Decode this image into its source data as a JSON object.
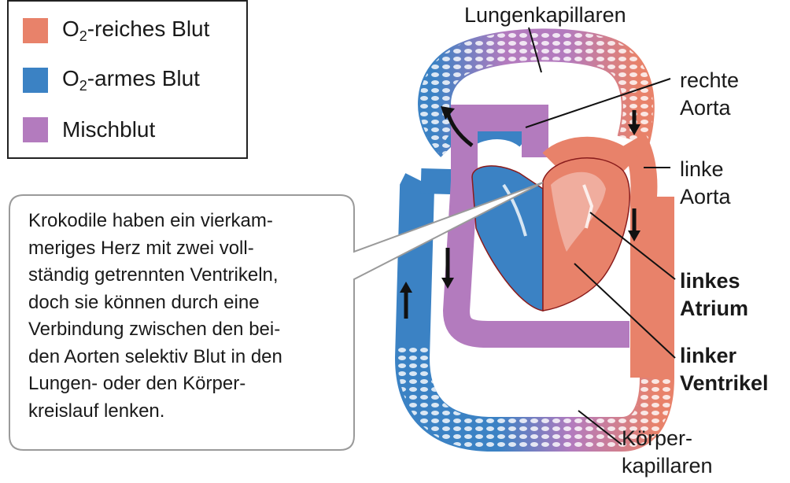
{
  "legend": {
    "items": [
      {
        "prefix": "O",
        "sub": "2",
        "suffix": "-reiches Blut",
        "color": "#E8826A"
      },
      {
        "prefix": "O",
        "sub": "2",
        "suffix": "-armes Blut",
        "color": "#3B82C4"
      },
      {
        "prefix": "",
        "sub": "",
        "suffix": "Mischblut",
        "color": "#B37BBE"
      }
    ]
  },
  "callout": {
    "lines": [
      "Krokodile haben ein vierkam-",
      "meriges Herz mit zwei voll-",
      "ständig getrennten Ventrikeln,",
      "doch sie können durch eine",
      "Verbindung zwischen den bei-",
      "den Aorten selektiv Blut in den",
      "Lungen- oder den Körper-",
      "kreislauf lenken."
    ]
  },
  "labels": {
    "lungenkapillaren": "Lungenkapillaren",
    "rechte_aorta": [
      "rechte",
      "Aorta"
    ],
    "linke_aorta": [
      "linke",
      "Aorta"
    ],
    "linkes_atrium": [
      "linkes",
      "Atrium"
    ],
    "linker_ventrikel": [
      "linker",
      "Ventrikel"
    ],
    "koerperkapillaren": [
      "Körper-",
      "kapillaren"
    ]
  },
  "colors": {
    "oxygen_rich": "#E8826A",
    "oxygen_poor": "#3B82C4",
    "mixed": "#B37BBE"
  }
}
